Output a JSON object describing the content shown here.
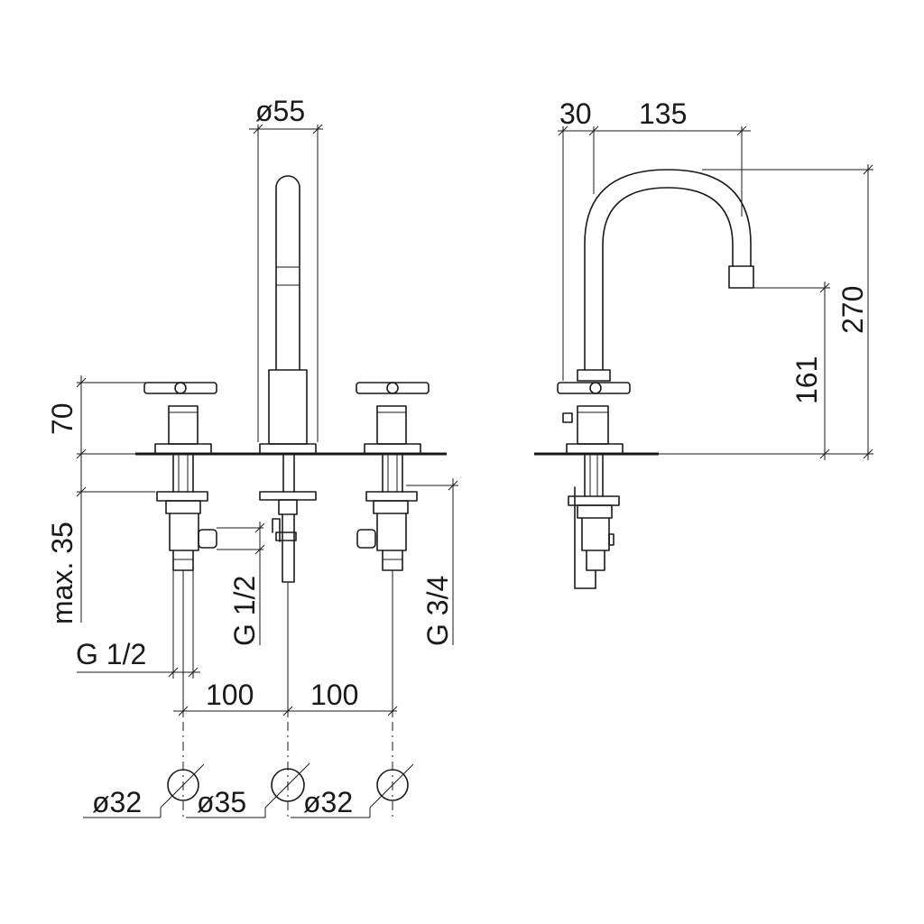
{
  "dimensions": {
    "spout_diameter": "ø55",
    "handle_height": "70",
    "max_deck_thickness": "max. 35",
    "inlet_thread_left": "G 1/2",
    "connection_middle": "G 1/2",
    "outlet_thread": "G 3/4",
    "spacing_left": "100",
    "spacing_right": "100",
    "hole_left": "ø32",
    "hole_middle": "ø35",
    "hole_right": "ø32",
    "side_offset": "30",
    "spout_reach": "135",
    "spout_outlet_height": "161",
    "total_height": "270"
  }
}
